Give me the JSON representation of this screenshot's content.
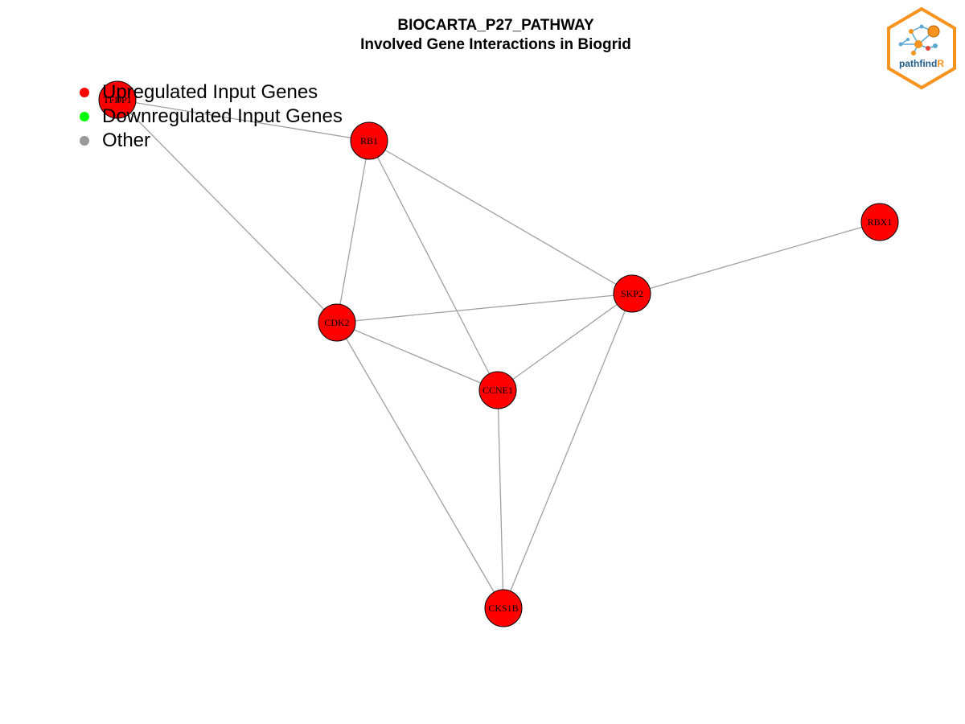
{
  "title": {
    "line1": "BIOCARTA_P27_PATHWAY",
    "line2": "Involved Gene Interactions in Biogrid"
  },
  "legend": {
    "items": [
      {
        "label": "Upregulated Input Genes",
        "color": "#ff0000"
      },
      {
        "label": "Downregulated Input Genes",
        "color": "#00ff00"
      },
      {
        "label": "Other",
        "color": "#999999"
      }
    ]
  },
  "logo": {
    "text_main": "pathfind",
    "text_accent": "R",
    "border_color": "#f7931e",
    "text_color": "#1f5c8b"
  },
  "graph": {
    "node_color": "#ff0000",
    "edge_color": "#a0a0a0",
    "nodes": [
      "TFDP1",
      "RB1",
      "RBX1",
      "SKP2",
      "CDK2",
      "CCNE1",
      "CKS1B"
    ],
    "edges": [
      [
        "TFDP1",
        "RB1"
      ],
      [
        "TFDP1",
        "CDK2"
      ],
      [
        "RB1",
        "CDK2"
      ],
      [
        "RB1",
        "CCNE1"
      ],
      [
        "RB1",
        "SKP2"
      ],
      [
        "RBX1",
        "SKP2"
      ],
      [
        "CDK2",
        "SKP2"
      ],
      [
        "CDK2",
        "CCNE1"
      ],
      [
        "CDK2",
        "CKS1B"
      ],
      [
        "SKP2",
        "CCNE1"
      ],
      [
        "SKP2",
        "CKS1B"
      ],
      [
        "CCNE1",
        "CKS1B"
      ]
    ]
  }
}
